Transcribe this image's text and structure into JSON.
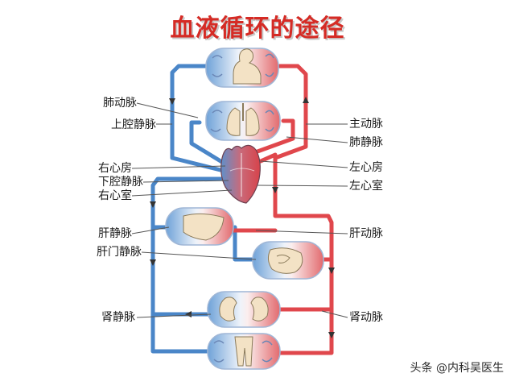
{
  "title": "血液循环的途径",
  "labels_left": {
    "pulmonary_artery": "肺动脉",
    "superior_vena_cava": "上腔静脉",
    "right_atrium": "右心房",
    "inferior_vena_cava": "下腔静脉",
    "right_ventricle": "右心室",
    "hepatic_vein": "肝静脉",
    "hepatic_portal_vein": "肝门静脉",
    "renal_vein": "肾静脉"
  },
  "labels_right": {
    "aorta": "主动脉",
    "pulmonary_vein": "肺静脉",
    "left_atrium": "左心房",
    "left_ventricle": "左心室",
    "hepatic_artery": "肝动脉",
    "renal_artery": "肾动脉"
  },
  "watermark": "头条 @内科吴医生",
  "colors": {
    "title": "#d52b25",
    "artery": "#e0474c",
    "vein": "#4a86c8",
    "organ_fill": "#f3e2c5"
  }
}
